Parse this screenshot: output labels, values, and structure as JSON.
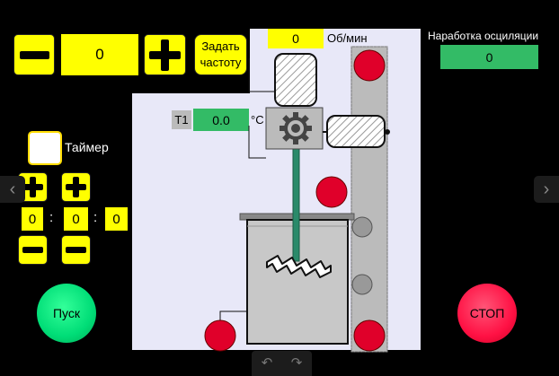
{
  "speed": {
    "value": "0",
    "set_label_line1": "Задать",
    "set_label_line2": "частоту",
    "rpm_value": "0",
    "rpm_unit": "Об/мин"
  },
  "runtime": {
    "title": "Наработка осциляции",
    "value": "0"
  },
  "temperature": {
    "tag": "T1",
    "value": "0.0",
    "unit": "°C"
  },
  "timer": {
    "label": "Таймер",
    "hours": "0",
    "minutes": "0",
    "seconds": "0",
    "separator": ":"
  },
  "controls": {
    "start": "Пуск",
    "stop": "СТОП"
  },
  "nav": {
    "prev": "‹",
    "next": "›",
    "undo": "↶",
    "redo": "↷"
  },
  "colors": {
    "field": "#ffff00",
    "green_field": "#33bb66",
    "start": "#00dd77",
    "stop": "#ff1144",
    "panel": "#e8e8f8",
    "alarm": "#e0002a"
  }
}
